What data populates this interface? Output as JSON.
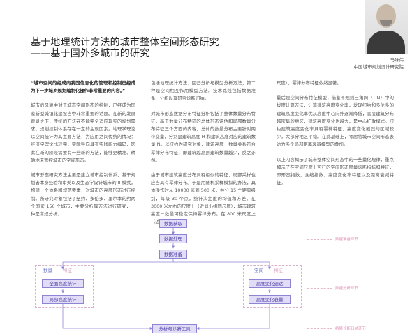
{
  "header": {
    "title_line1": "基于地理统计方法的城市整体空间形态研究",
    "title_line2": "——基于国外多城市的研究"
  },
  "author": {
    "name": "马咏伟",
    "affiliation": "中国城市规划设计研究院"
  },
  "columns": {
    "col1": [
      "“城市空间的组成向我国信息化的管理和控制已经成为下一步城乡规划编制化操作非常重要的内容。”",
      "城市的风貌中对于城市空间形态的控制，已经成为国家新型城镇化建设当中非常重要的话题。在新的发展背景之下，传统的方法在不能完全适应现实的规划需求，规划控制体系存在一定的主观因素。地理学理论以空间统计为其主要方法，为应用之间传统的情况：经济学理论比较完，实际导向具有实践能力编码，因此在新的阶段需要有一些新的方法，能够更精准、精确地来管控城市的空间形态。",
      "城市形态研究方法主要是建立城市控制体系，基于规划者本身经验和审美以及生态学设计城市的 II 模式。构建一个体系和规范要素，对城市的高度形态进行控制。所研究对象包括了纽约、多伦多、墨尔本的约两个国家 150 个城市，主要分析库方法进行研究，一种是常规分析，"
    ],
    "col2": [
      "包括地理统计方法、回归分析与模型分析方法；第二种是空间相互作用模型方法。技术路线包括数据准备、分析以及研究诊断归纳。",
      "对城市形态数据分布特征分析包括了整体数量分布特征，基于数量分布特征的总体形态评估和局部数量分布特征三个方面的内容，总体的数量分布主要针对两个变量，分别是建筑高度 H 和建筑高度对应的建筑数量 N。以纽约为研究对象，建筑高度－数量关系符合幂律分布特征，即建筑越高则建筑数量越少，反之亦然。",
      "由于城市建筑高度分布具有相似的特征，局部采样也应当具有幂律分布。于是用随机采样模拟的办法，具体操作时从 10000 米到 500 米，共分 15 个距离级别，每级 30 个点，统计决定度的均值和方差。在 3000 米左右的尺度上（近似小组团尺度），城市建筑高度－数量可稳定保持幂律分布。在 800 米尺度上（近似邻里"
    ],
    "col3": [
      "尺度），幂律分布特征依然显著。",
      "最后是空间分布特征模型，借鉴不规则三角网（TIN）中的拔度计算方法，计算建筑高度变化率，发现纽约和多伦多的建筑高度变化率优从高度中心向外逐渐降低，高层建筑分布越密集的地区，建筑高度变化也越大，是中心扩散模式。纽约建筑高度变化率具有幂律特征，高度变化剧烈的区域较少，大部分地区平稳。在此基础上，考虑将城市空间形态表达为多个局部距离衰减模型的叠加。",
      "以上内容揭示了城市整体空间形态中的一些量化规律，重点揭示了在空间尺度上可行的空间形态度量诊断指标和特征，即形态指数，含缩指数，高度变化率特征以及距离衰减特征。"
    ]
  },
  "diagram": {
    "nodes": {
      "data_acquisition": "数据获取",
      "data_processing": "数据处理",
      "data_preparation": "数据准备",
      "overall_height": "全面高度统计",
      "local_height": "局部高度统计",
      "height_change_rate": "高度变化速达",
      "height_change_decay": "高度变化衰量",
      "analysis_tools": "分析与诊断工具"
    },
    "tags": {
      "quantity": "数量",
      "quantity_feature": "特征",
      "space": "空间",
      "space_feature": "特征"
    },
    "side_labels": {
      "prep": "数据准备环节",
      "analysis": "数据分析环节",
      "diagnosis": "结果诊断归纳环节"
    }
  },
  "colors": {
    "node_fill": "#e2dcf6",
    "node_border": "#8e84d6",
    "node_text": "#4a3fa8",
    "dash_pink": "#d8b0c8",
    "label_pink": "#e090b4"
  }
}
